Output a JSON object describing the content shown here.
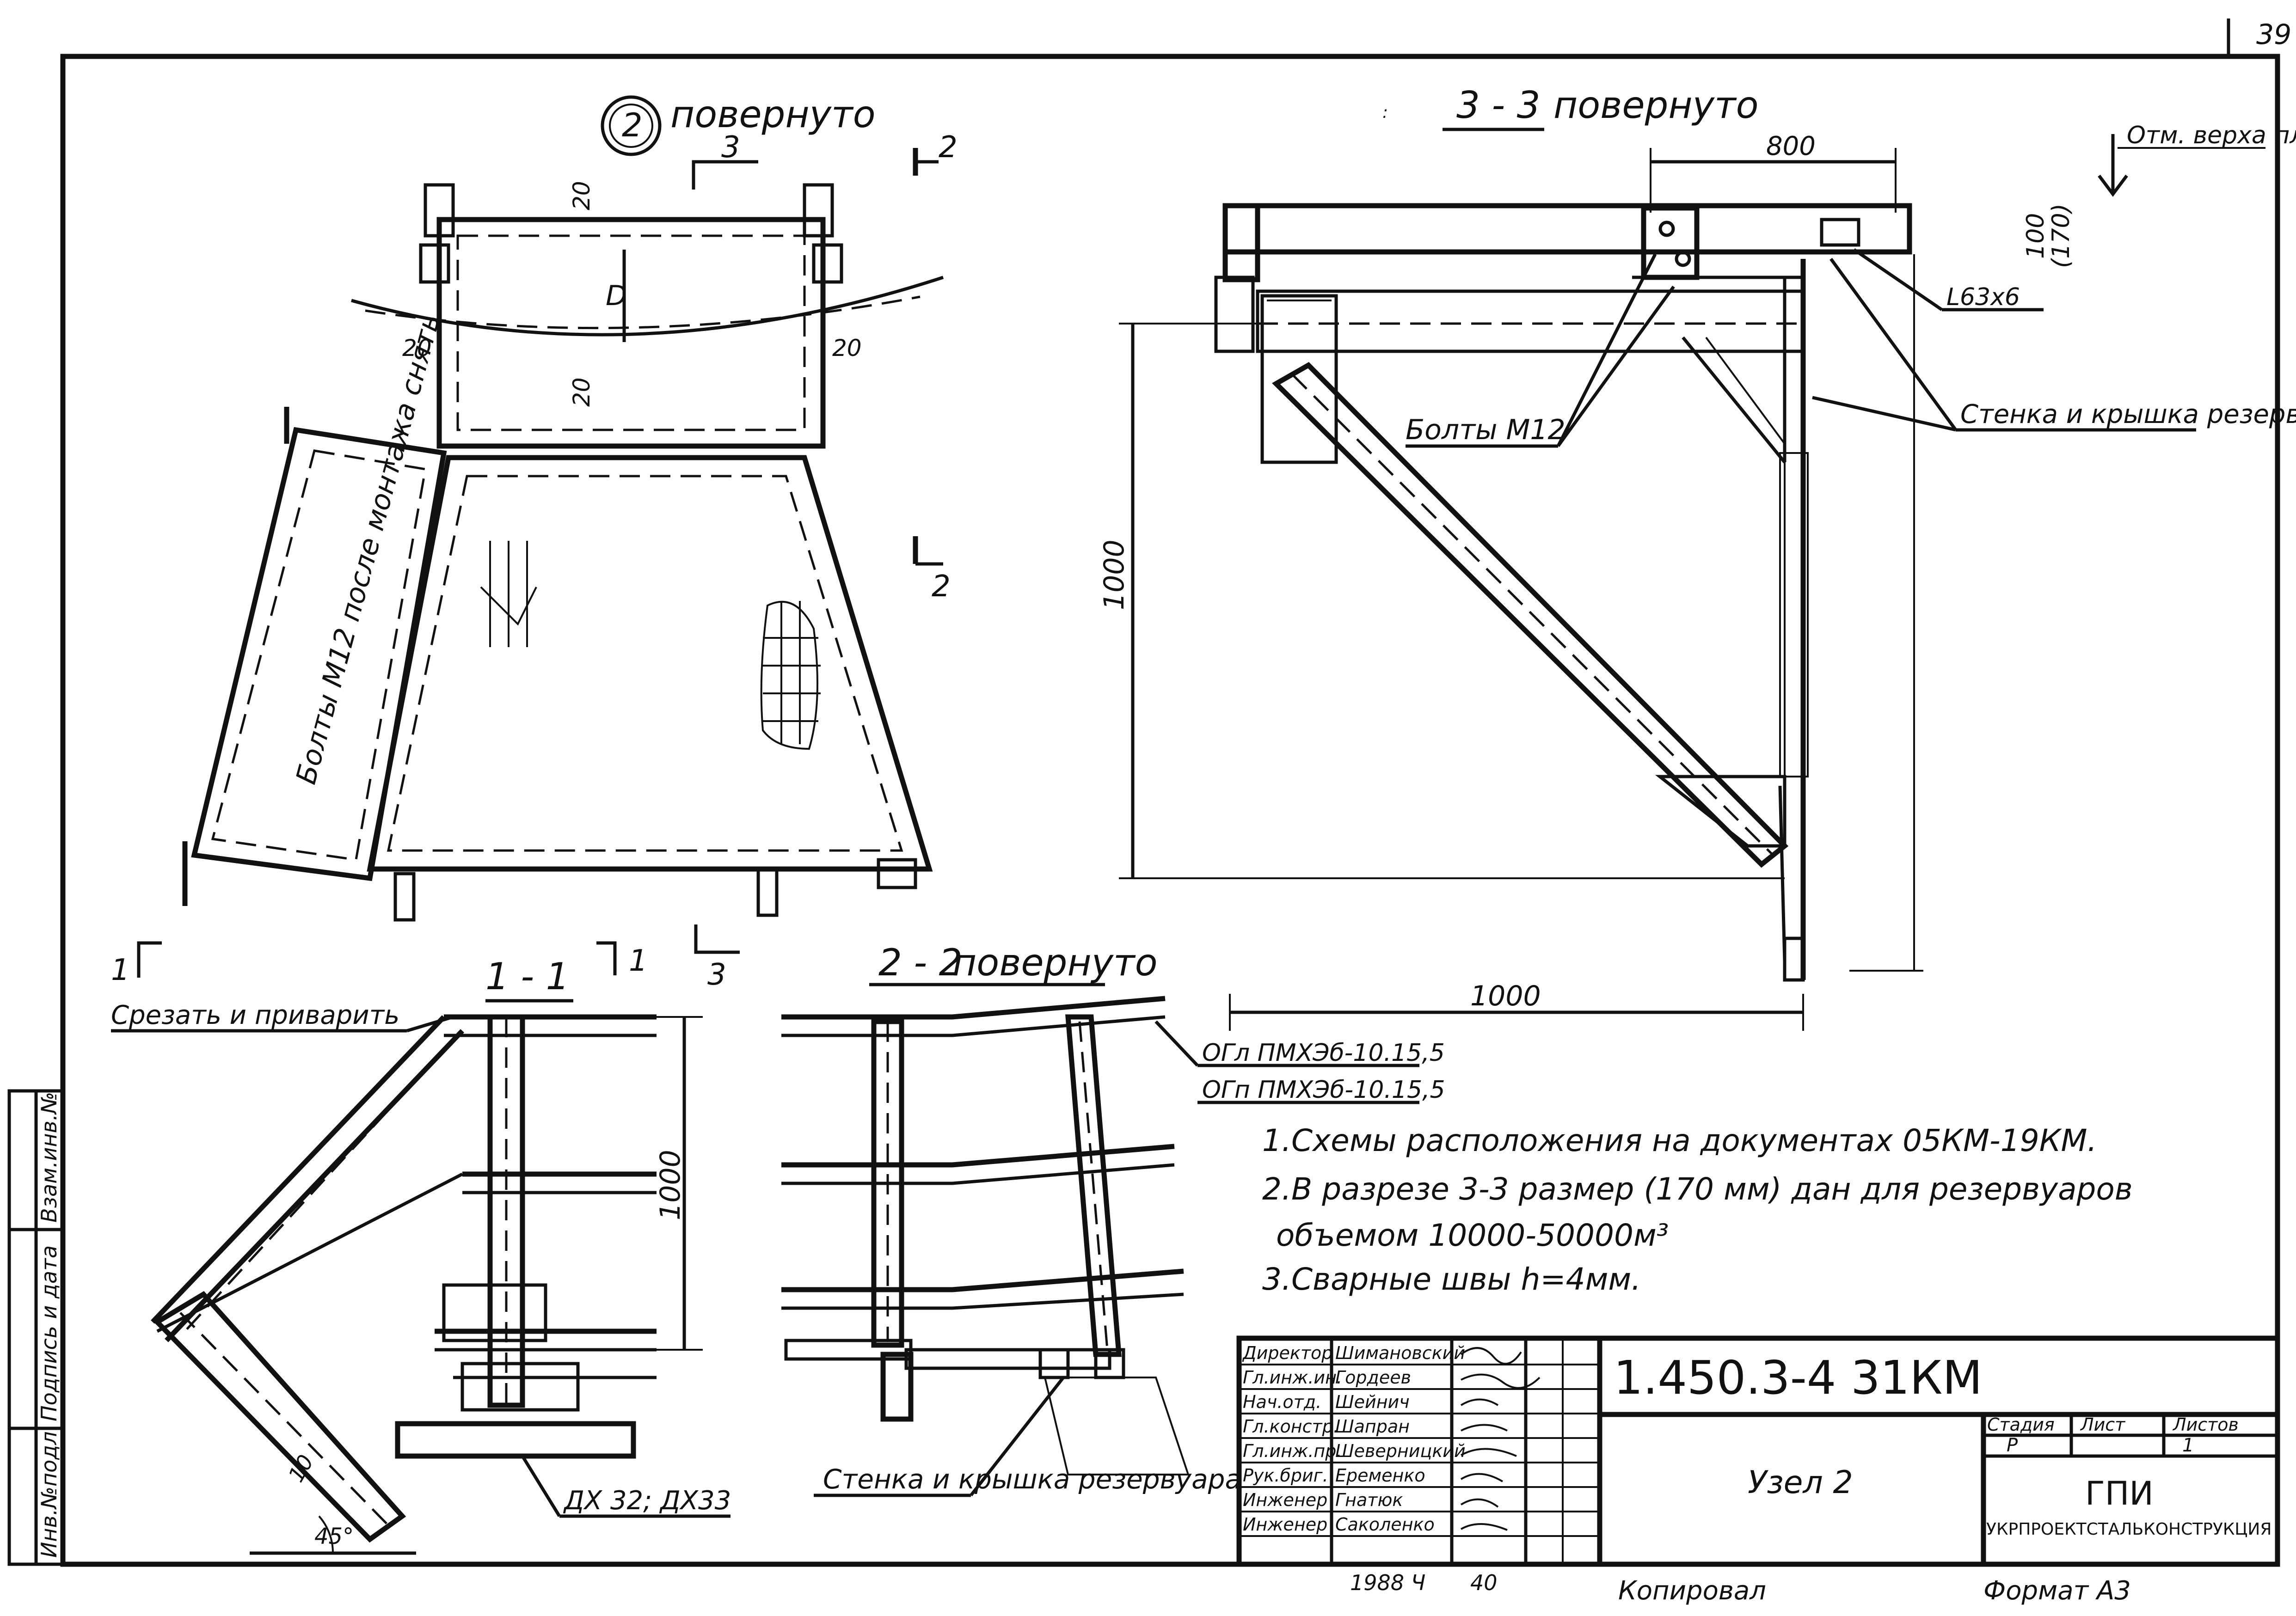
{
  "sheet_number": "39",
  "views": {
    "node": {
      "marker": "2",
      "caption": "повернуто",
      "cut_left": "1",
      "cut_top": "3",
      "cut_right_top": "2",
      "cut_right_mid": "2"
    },
    "section_3_3": {
      "title": "3 - 3",
      "caption": "повернуто"
    },
    "section_1_1": {
      "title": "1 - 1"
    },
    "section_2_2": {
      "title": "2 - 2",
      "caption": "повернуто"
    }
  },
  "labels": {
    "bolts_remove": "Болты М12 после монтажа снять",
    "bolts_m12": "Болты М12",
    "wall_roof": "Стенка и крышка резервуара",
    "wall_roof_2": "Стенка и крышка резервуара",
    "cut_weld": "Срезать и приварить",
    "mark_top": "Отм. верха площадки",
    "angle": "L63x6",
    "spec_1": "ОГл ПМХЭб-10.15,5",
    "spec_2": "ОГп ПМХЭб-10.15,5",
    "dx": "ДХ 32; ДХ33",
    "angle45": "45°",
    "d": "D"
  },
  "dimensions": {
    "twenty": "20",
    "d800": "800",
    "d100": "100",
    "d170": "(170)",
    "d1000": "1000",
    "d10": "10"
  },
  "notes": [
    "1.Схемы расположения на документах 05КМ-19КМ.",
    "2.В разрезе 3-3 размер (170 мм) дан для резервуаров",
    "объемом 10000-50000м³",
    "3.Сварные швы h=4мм."
  ],
  "title_block": {
    "code": "1.450.3-4 31КМ",
    "name": "Узел 2",
    "stage_header": "Стадия",
    "sheet_header": "Лист",
    "sheets_header": "Листов",
    "stage": "Р",
    "sheet": "1",
    "org_1": "ГПИ",
    "org_2": "УКРПРОЕКТСТАЛЬКОНСТРУКЦИЯ",
    "staff": [
      {
        "role": "Директор",
        "name": "Шимановский"
      },
      {
        "role": "Гл.инж.ин.",
        "name": "Гордеев"
      },
      {
        "role": "Нач.отд.",
        "name": "Шейнич"
      },
      {
        "role": "Гл.констр.",
        "name": "Шапран"
      },
      {
        "role": "Гл.инж.пр.",
        "name": "Шеверницкий"
      },
      {
        "role": "Рук.бриг.",
        "name": "Еременко"
      },
      {
        "role": "Инженер",
        "name": "Гнатюк"
      },
      {
        "role": "Инженер",
        "name": "Саколенко"
      }
    ],
    "year": "1988 Ч",
    "code40": "40",
    "copied": "Копировал",
    "format": "Формат А3"
  },
  "side_stamp": {
    "inv_orig": "Инв.№подл.",
    "sign_date": "Подпись и дата",
    "replace_inv": "Взам.инв.№"
  }
}
